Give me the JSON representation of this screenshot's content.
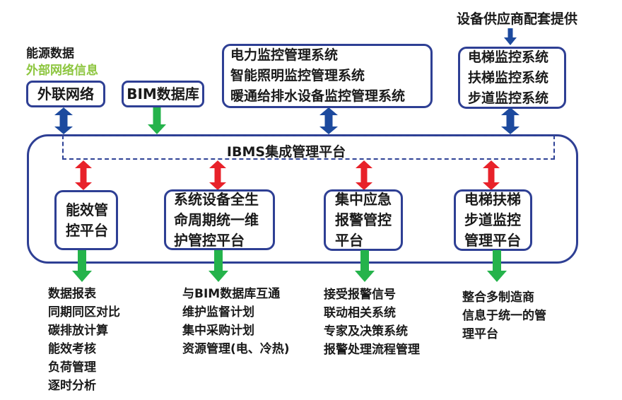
{
  "palette": {
    "box_border_navy": "#2e3f94",
    "blue_arrow": "#1d4a9e",
    "green_arrow": "#25b34b",
    "red_arrow": "#e8222a",
    "light_green_text": "#8dc63f",
    "text_black": "#1a1a1a"
  },
  "top": {
    "left_labels": {
      "line1": "能源数据",
      "line2": "外部网络信息"
    },
    "supplier_note": "设备供应商配套提供",
    "boxes": [
      {
        "name": "external-network",
        "lines": [
          "外联网络"
        ]
      },
      {
        "name": "bim-database",
        "lines": [
          "BIM数据库"
        ]
      },
      {
        "name": "power-systems",
        "lines": [
          "电力监控管理系统",
          "智能照明监控管理系统",
          "暖通给排水设备监控管理系统"
        ]
      },
      {
        "name": "elevator-systems",
        "lines": [
          "电梯监控系统",
          "扶梯监控系统",
          "步道监控系统"
        ]
      }
    ]
  },
  "platform": {
    "title": "IBMS集成管理平台"
  },
  "subplatforms": [
    {
      "name": "energy-management",
      "lines": [
        "能效管",
        "控平台"
      ]
    },
    {
      "name": "lifecycle-management",
      "lines": [
        "系统设备全生",
        "命周期统一维",
        "护管控平台"
      ]
    },
    {
      "name": "emergency-alarm",
      "lines": [
        "集中应急",
        "报警管控",
        "平台"
      ]
    },
    {
      "name": "elevator-management",
      "lines": [
        "电梯扶梯",
        "步道监控",
        "管理平台"
      ]
    }
  ],
  "outputs": [
    {
      "name": "energy-outputs",
      "lines": [
        "数据报表",
        "同期同区对比",
        "碳排放计算",
        "能效考核",
        "负荷管理",
        "逐时分析"
      ]
    },
    {
      "name": "lifecycle-outputs",
      "lines": [
        "与BIM数据库互通",
        "维护监督计划",
        "集中采购计划",
        "资源管理(电、冷热)"
      ]
    },
    {
      "name": "alarm-outputs",
      "lines": [
        "接受报警信号",
        "联动相关系统",
        "专家及决策系统",
        "报警处理流程管理"
      ]
    },
    {
      "name": "elevator-outputs",
      "lines": [
        "整合多制造商",
        "信息于统一的管",
        "理平台"
      ]
    }
  ]
}
